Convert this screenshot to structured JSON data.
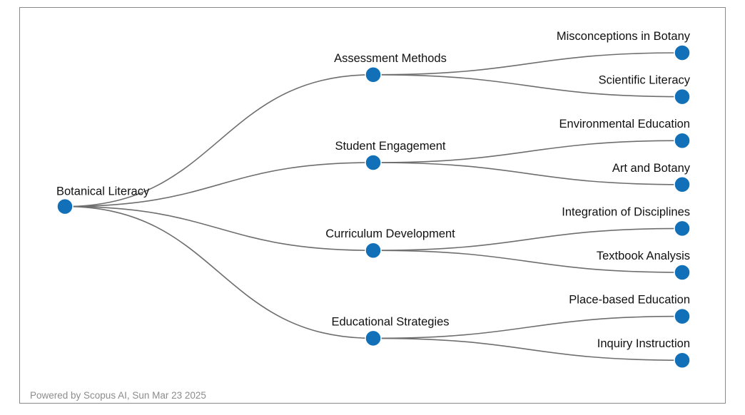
{
  "footer_text": "Powered by Scopus AI, Sun Mar 23 2025",
  "colors": {
    "node": "#1170b8",
    "link": "#6e6e6e",
    "label": "#111111",
    "footer": "#8c8c8c",
    "frame": "#8a8a8a"
  },
  "tree": {
    "label": "Botanical Literacy",
    "children": [
      {
        "label": "Assessment Methods",
        "children": [
          {
            "label": "Misconceptions in Botany"
          },
          {
            "label": "Scientific Literacy"
          }
        ]
      },
      {
        "label": "Student Engagement",
        "children": [
          {
            "label": "Environmental Education"
          },
          {
            "label": "Art and Botany"
          }
        ]
      },
      {
        "label": "Curriculum Development",
        "children": [
          {
            "label": "Integration of Disciplines"
          },
          {
            "label": "Textbook Analysis"
          }
        ]
      },
      {
        "label": "Educational Strategies",
        "children": [
          {
            "label": "Place-based Education"
          },
          {
            "label": "Inquiry Instruction"
          }
        ]
      }
    ]
  }
}
